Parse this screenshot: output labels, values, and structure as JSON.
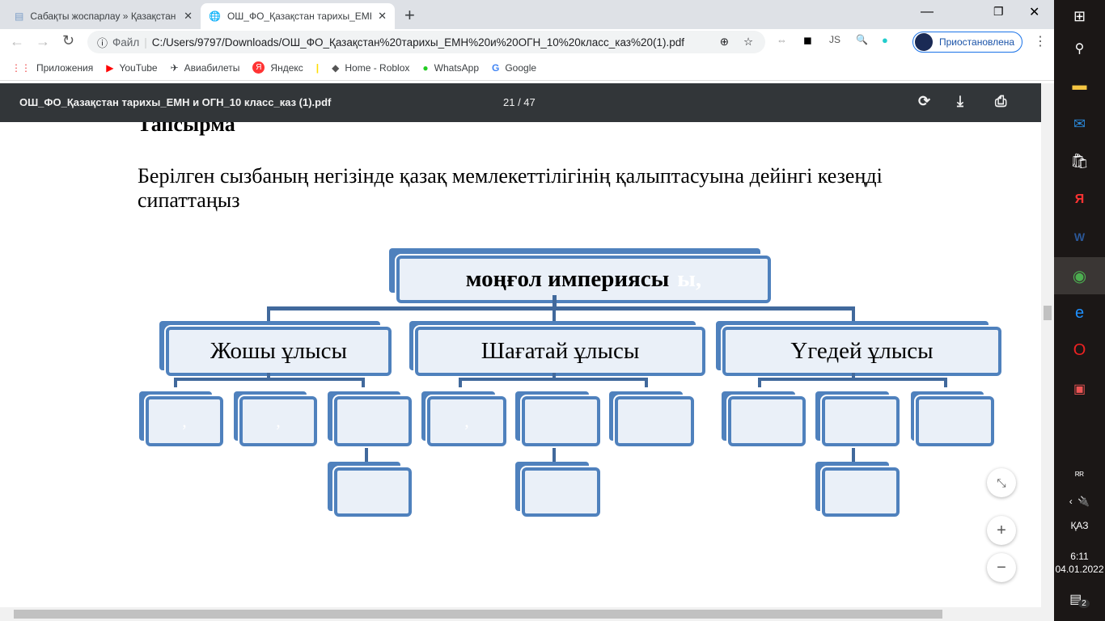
{
  "browser": {
    "tabs": [
      {
        "label": "Сабақты жоспарлау » Қазақстан"
      },
      {
        "label": "ОШ_ФО_Қазақстан тарихы_ЕМН"
      }
    ],
    "new_tab": "+",
    "address": {
      "scheme_label": "Файл",
      "url": "C:/Users/9797/Downloads/ОШ_ФО_Қазақстан%20тарихы_ЕМН%20и%20ОГН_10%20класс_каз%20(1).pdf"
    },
    "profile_label": "Приостановлена",
    "bookmarks": [
      "Приложения",
      "YouTube",
      "Авиабилеты",
      "Яндекс",
      "",
      "Home - Roblox",
      "WhatsApp",
      "Google"
    ]
  },
  "pdf": {
    "title": "ОШ_ФО_Қазақстан тарихы_ЕМН и ОГН_10 класс_каз (1).pdf",
    "page_indicator": "21 / 47",
    "heading": "Тапсырма",
    "instruction": "Берілген сызбаның негізінде қазақ мемлекеттілігінің қалыптасуына дейінгі кезеңді сипаттаңыз",
    "diagram": {
      "root": "моңғол империясы",
      "root_ghost": "ы,",
      "branches": [
        {
          "label": "Жошы ұлысы"
        },
        {
          "label": "Шағатай ұлысы"
        },
        {
          "label": "Үгедей ұлысы"
        }
      ],
      "ghost_comma": ","
    }
  },
  "taskbar": {
    "language": "ҚАЗ",
    "time": "6:11",
    "date": "04.01.2022",
    "notifications": "2"
  }
}
